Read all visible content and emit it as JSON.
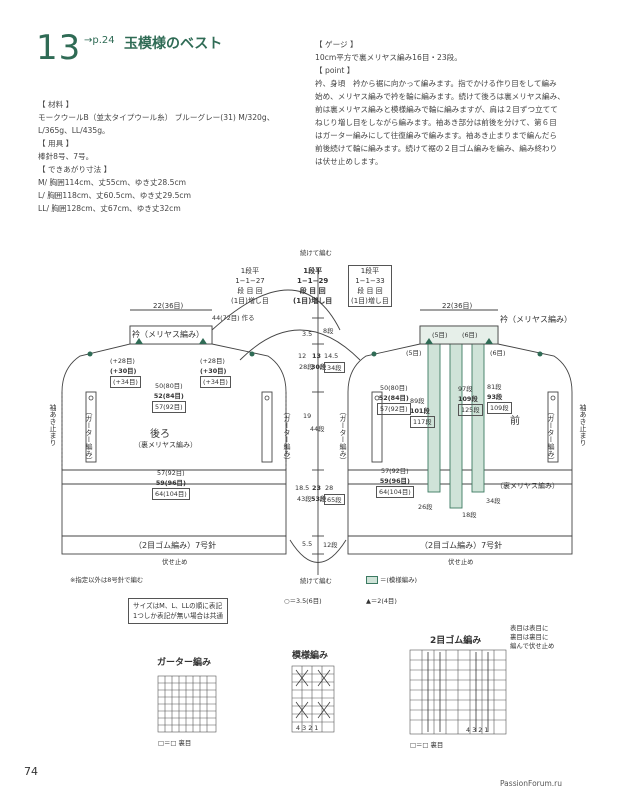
{
  "header": {
    "number": "13",
    "ref": "→p.24",
    "title": "玉模様のベスト"
  },
  "materials": {
    "h_material": "【 材料 】",
    "material": "モークウールB（並太タイプウール糸） ブルーグレー(31) M/320g、",
    "material2": "L/365g、LL/435g。",
    "h_tools": "【 用具 】",
    "tools": "棒針8号、7号。",
    "h_size": "【 できあがり寸法 】",
    "size_m": "M/ 胸囲114cm、丈55cm、ゆき丈28.5cm",
    "size_l": "L/ 胸囲118cm、丈60.5cm、ゆき丈29.5cm",
    "size_ll": "LL/ 胸囲128cm、丈67cm、ゆき丈32cm"
  },
  "gauge": {
    "h_gauge": "【 ゲージ 】",
    "gauge": "10cm平方で裏メリヤス編み16目・23段。",
    "h_point": "【 point 】",
    "point": [
      "衿、身頃　衿から裾に向かって編みます。指でかける作り目をして編み",
      "始め、メリヤス編みで衿を輪に編みます。続けて後ろは裏メリヤス編み、",
      "前は裏メリヤス編みと模様編みで輪に編みますが、肩は２目ずつ立てて",
      "ねじり増し目をしながら編みます。袖あき部分は前後を分けて、第６目",
      "はガーター編みにして往復編みで編みます。袖あき止まりまで編んだら",
      "前後続けて輪に編みます。続けて裾の２目ゴム編みを編み、編み終わり",
      "は伏せ止めします。"
    ]
  },
  "diagram": {
    "inc1_a": "1段平",
    "inc1_b": "1−1−27",
    "inc1_c": "段 目 回",
    "inc1_d": "(1目)増し目",
    "inc2_a": "1段平",
    "inc2_b": "1−1−29",
    "inc2_c": "段 目 回",
    "inc2_d": "(1目)増し目",
    "inc3_a": "1段平",
    "inc3_b": "1−1−33",
    "inc3_c": "段 目 回",
    "inc3_d": "(1目)増し目",
    "cont_top": "続けて編む",
    "cont_bottom": "続けて編む",
    "collar_width_back": "22(36目)",
    "collar_width_front": "22(36目)",
    "cast_on": "44(72目) 作る",
    "collar_label_back": "衿（メリヤス編み）",
    "collar_label_front": "衿（メリヤス編み）",
    "shoulder_m": "(+28目)",
    "shoulder_l": "(+30目)",
    "shoulder_ll": "(+34目)",
    "shoulder2_m": "(+28目)",
    "shoulder2_l": "(+30目)",
    "shoulder2_ll": "(+34目)",
    "w50": "50(80目)",
    "w52": "52(84目)",
    "w57a": "57(92目)",
    "w50f": "50(80目)",
    "w52f": "52(84目)",
    "w57fa": "57(92目)",
    "w57": "57(92目)",
    "w59": "59(96目)",
    "w64": "64(104目)",
    "w57f": "57(92目)",
    "w59f": "59(96目)",
    "w64f": "64(104目)",
    "back_name": "後ろ",
    "back_stitch": "（裏メリヤス編み）",
    "front_name": "前",
    "front_stitch": "（裏メリヤス編み）",
    "garter": "（ガーター編み）",
    "sleeve_stop": "袖あき止まり",
    "rib_back": "（2目ゴム編み）7号針",
    "rib_front": "（2目ゴム編み）7号針",
    "bind_off_back": "伏せ止め",
    "bind_off_front": "伏せ止め",
    "cm_35": "3.5",
    "rows_8": "8段",
    "cm_12": "12",
    "cm_13": "13",
    "cm_145": "14.5",
    "rows_28": "28段",
    "rows_30": "30段",
    "rows_34": "34段",
    "cm_19": "19",
    "rows_44": "44段",
    "cm_185": "18.5",
    "cm_23": "23",
    "cm_28": "28",
    "rows_43": "43段",
    "rows_53": "53段",
    "rows_65": "65段",
    "cm_55": "5.5",
    "rows_12": "12段",
    "f5a": "(5目)",
    "f5b": "(5目)",
    "f6a": "(6目)",
    "f6b": "(6目)",
    "r97": "97段",
    "r109": "109段",
    "r125": "125段",
    "r89": "89段",
    "r101": "101段",
    "r117": "117段",
    "r81": "81段",
    "r93": "93段",
    "r109b": "109段",
    "r26": "26段",
    "r18": "18段",
    "r34": "34段",
    "needle_note": "※指定以外は8号針で編む",
    "size_note_1": "サイズはM、L、LLの順に表記",
    "size_note_2": "1つしか表記が無い場合は共通",
    "legend_pattern": "＝(模様編み)",
    "legend_circle": "○＝3.5(6目)",
    "legend_tri": "▲＝2(4目)"
  },
  "charts": {
    "garter_title": "ガーター編み",
    "pattern_title": "模様編み",
    "rib_title": "2目ゴム編み",
    "garter_legend": "□＝□ 裏目",
    "rib_legend": "□＝□ 裏目",
    "rib_note_1": "表目は表目に",
    "rib_note_2": "裏目は裏目に",
    "rib_note_3": "編んで伏せ止め",
    "pattern_cols": "4 3 2 1",
    "rib_cols": "4 3 2 1"
  },
  "footer": {
    "page": "74",
    "site": "PassionForum.ru"
  }
}
